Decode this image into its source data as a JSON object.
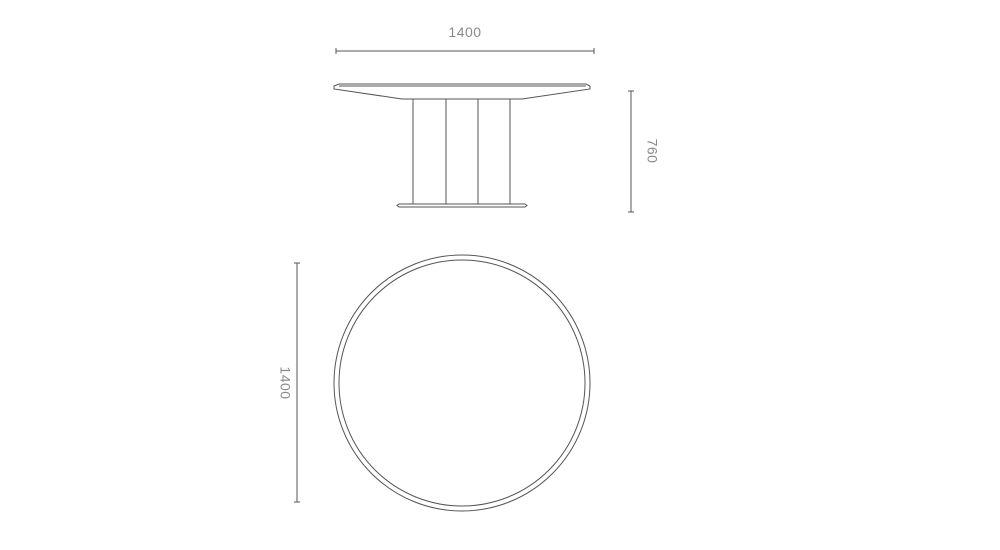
{
  "side_view": {
    "width_dimension": "1400",
    "height_dimension": "760"
  },
  "top_view": {
    "diameter_dimension": "1400"
  }
}
